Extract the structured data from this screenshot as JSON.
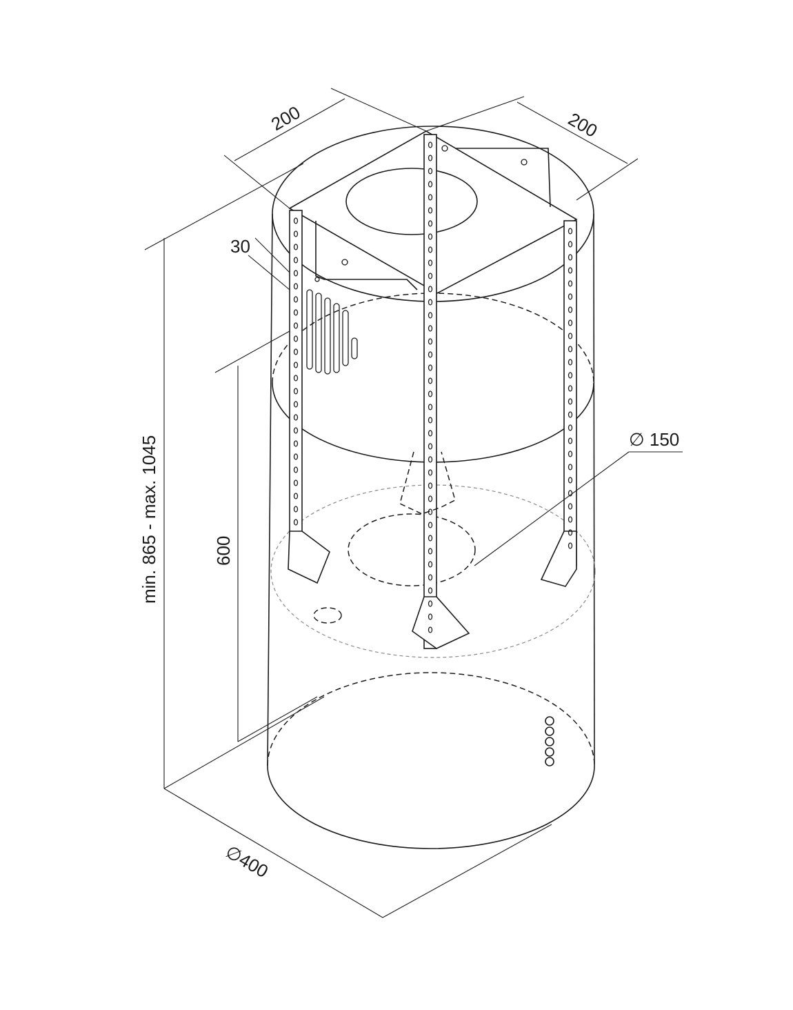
{
  "drawing": {
    "dimensions": {
      "width_left": "200",
      "width_right": "200",
      "offset": "30",
      "duct_diameter": "∅ 150",
      "height_range": "min. 865 - max. 1045",
      "lower_height": "600",
      "body_diameter": "∅400"
    }
  }
}
